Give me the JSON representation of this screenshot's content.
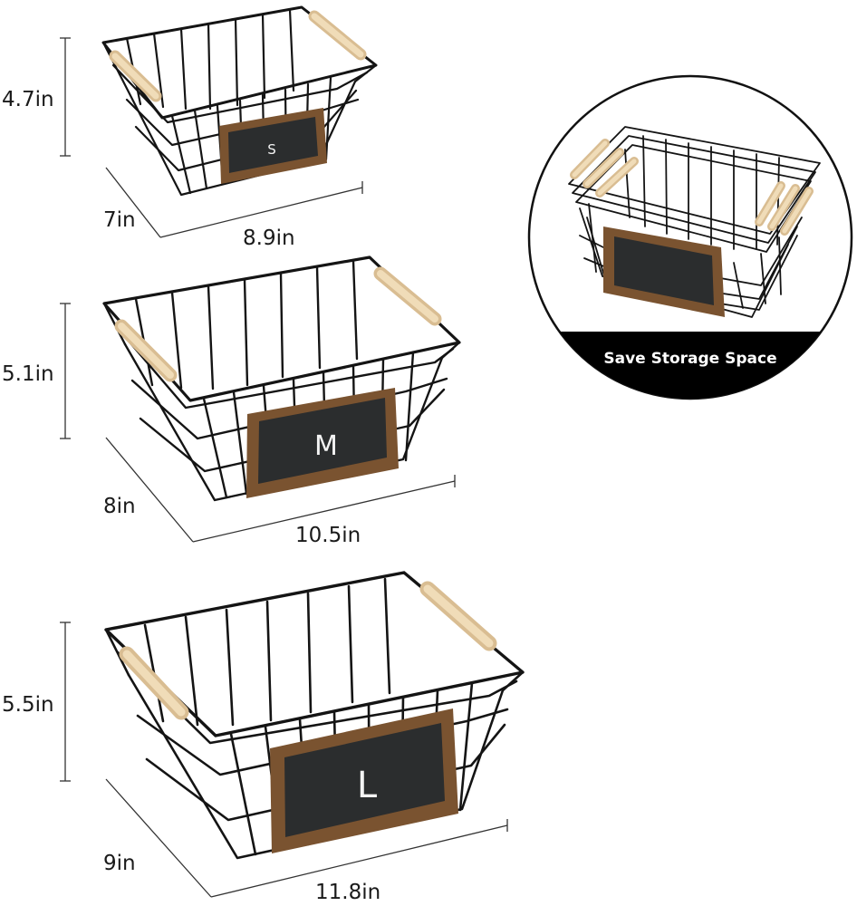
{
  "baskets": [
    {
      "size_letter": "S",
      "height": "4.7in",
      "depth": "7in",
      "width": "8.9in"
    },
    {
      "size_letter": "M",
      "height": "5.1in",
      "depth": "8in",
      "width": "10.5in"
    },
    {
      "size_letter": "L",
      "height": "5.5in",
      "depth": "9in",
      "width": "11.8in"
    }
  ],
  "inset": {
    "banner": "Save Storage Space"
  },
  "colors": {
    "wire": "#141414",
    "wood_frame": "#7a5330",
    "chalkboard": "#2b2d2e",
    "handle": "#e8cfa6",
    "banner": "#000000"
  }
}
